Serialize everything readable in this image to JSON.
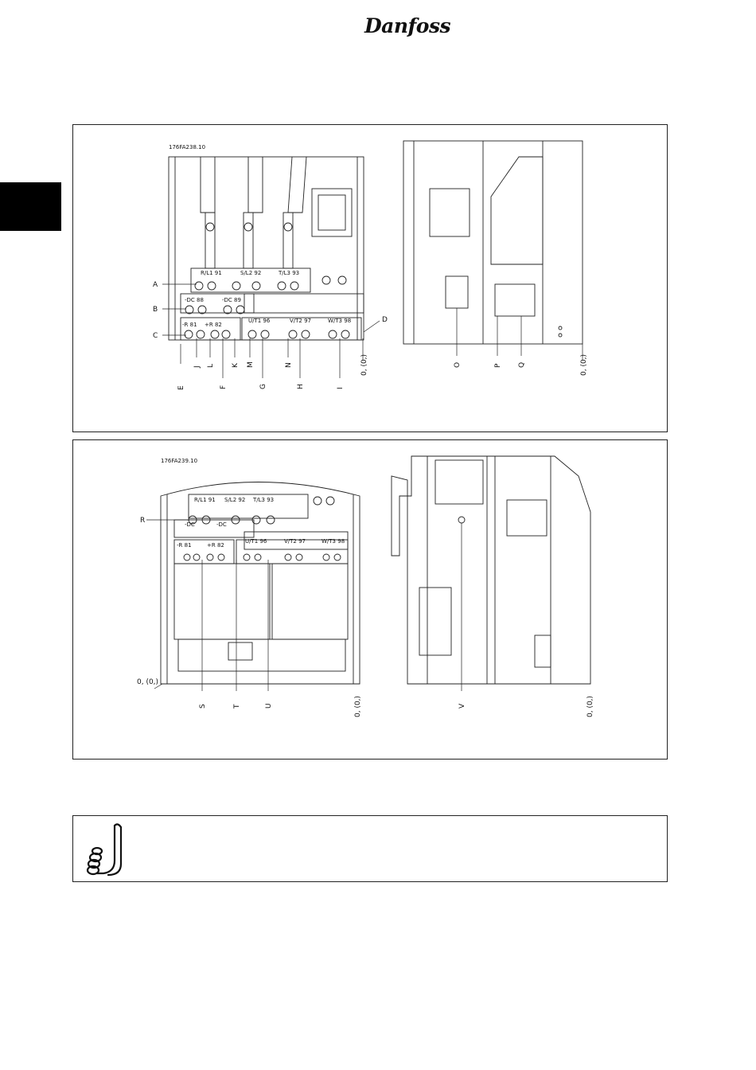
{
  "header": {
    "brand_logo": "Danfoss"
  },
  "figure1": {
    "code": "176FA238.10",
    "terminal_labels": {
      "row_a": [
        "R/L1 91",
        "S/L2 92",
        "T/L3 93"
      ],
      "row_b": [
        "-DC 88",
        "-DC 89"
      ],
      "row_c": [
        "-R 81",
        "+R 82",
        "U/T1 96",
        "V/T2 97",
        "W/T3 98"
      ]
    },
    "callouts": [
      "A",
      "B",
      "C",
      "D",
      "E",
      "J",
      "L",
      "F",
      "K",
      "M",
      "G",
      "N",
      "H",
      "I",
      "O",
      "P",
      "Q"
    ],
    "origin_labels": [
      "0, (0,)",
      "0, (0,)"
    ]
  },
  "figure2": {
    "code": "176FA239.10",
    "terminal_labels": {
      "row_a": [
        "R/L1 91",
        "S/L2 92",
        "T/L3 93"
      ],
      "row_b": [
        "-DC",
        "-DC"
      ],
      "row_c": [
        "-R 81",
        "+R 82",
        "U/T1 96",
        "V/T2 97",
        "W/T3 98"
      ]
    },
    "callouts": [
      "R",
      "S",
      "T",
      "U",
      "V"
    ],
    "origin_labels": [
      "0, (0,)",
      "0, (0,)",
      "0, (0,)"
    ]
  },
  "note": {
    "icon": "note-hand-icon"
  }
}
